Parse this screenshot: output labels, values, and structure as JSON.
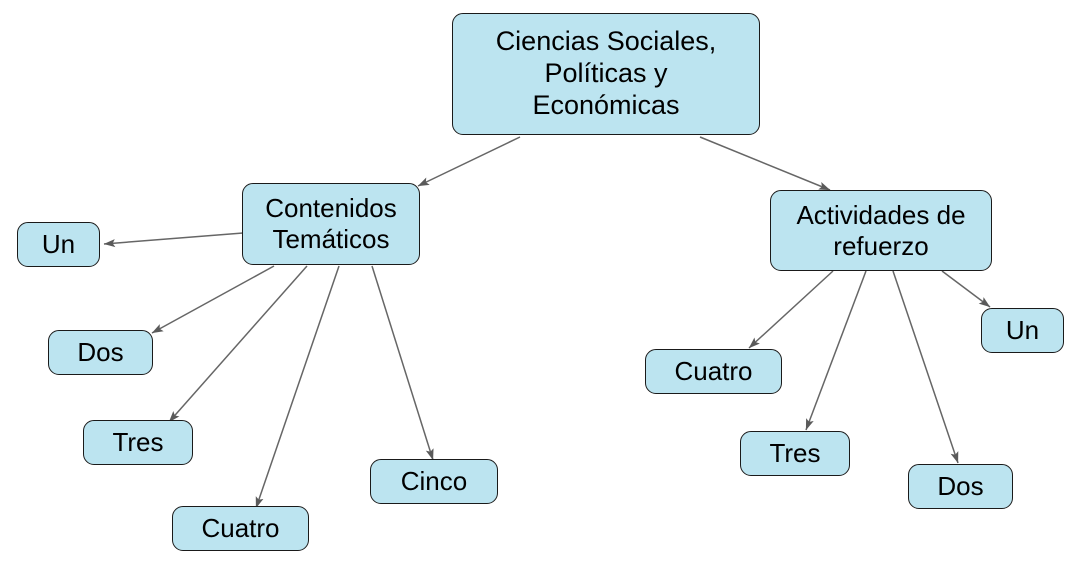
{
  "diagram": {
    "title_node": {
      "id": "root",
      "label": "Ciencias Sociales,\nPolíticas y\nEconómicas"
    },
    "branches": [
      {
        "id": "contenidos",
        "label": "Contenidos\nTemáticos",
        "children": [
          {
            "id": "izq-un",
            "label": "Un"
          },
          {
            "id": "izq-dos",
            "label": "Dos"
          },
          {
            "id": "izq-tres",
            "label": "Tres"
          },
          {
            "id": "izq-cuatro",
            "label": "Cuatro"
          },
          {
            "id": "izq-cinco",
            "label": "Cinco"
          }
        ]
      },
      {
        "id": "actividades",
        "label": "Actividades de\nrefuerzo",
        "children": [
          {
            "id": "der-cuatro",
            "label": "Cuatro"
          },
          {
            "id": "der-tres",
            "label": "Tres"
          },
          {
            "id": "der-dos",
            "label": "Dos"
          },
          {
            "id": "der-un",
            "label": "Un"
          }
        ]
      }
    ],
    "colors": {
      "node_fill": "#bce4f0",
      "node_border": "#1a1a1a",
      "edge_stroke": "#666666",
      "background": "#ffffff",
      "text": "#000000"
    }
  }
}
